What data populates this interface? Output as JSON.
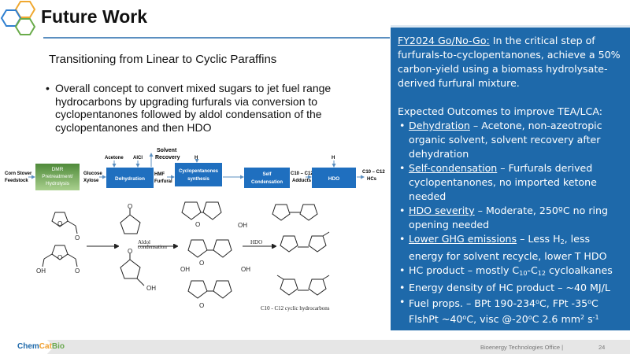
{
  "header": {
    "title": "Future Work",
    "subtitle": "Transitioning from Linear to Cyclic Paraffins"
  },
  "bullet": "Overall concept to convert mixed sugars to jet fuel range hydrocarbons by upgrading furfurals via conversion to cyclopentanones followed by aldol condensation of the cyclopentanones and then HDO",
  "flow": {
    "feed1": "Corn Stover",
    "feed2": "Feedstock",
    "dmr": [
      "DMR",
      "Pretreatment/",
      "Hydrolysis"
    ],
    "sugar1": "Glucose",
    "sugar2": "Xylose",
    "acetone": "Acetone",
    "alcl3": "AlCl",
    "solvent1": "Solvent",
    "solvent2": "Recovery",
    "dehydration": "Dehydration",
    "hmf1": "HMF",
    "hmf2": "Furfural",
    "h2a": "H",
    "cyclo1": "Cyclopentanones",
    "cyclo2": "synthesis",
    "self1": "Self",
    "self2": "Condensation",
    "adducts1": "C10 – C12",
    "adducts2": "Adducts",
    "h2b": "H",
    "hdo": "HDO",
    "out1": "C10 – C12",
    "out2": "HCs",
    "colors": {
      "box": "#1f6fbf",
      "green": "#4f8a3a"
    }
  },
  "chem": {
    "o": "O",
    "oh": "OH",
    "aldol1": "Aldol",
    "aldol2": "condensation",
    "hdo": "HDO",
    "caption": "C10 - C12 cyclic hydrocarbons"
  },
  "panel": {
    "gonogo_label": "FY2024 Go/No-Go:",
    "gonogo_text": " In the critical step of furfurals-to-cyclopentanones, achieve a 50% carbon-yield using a biomass hydrolysate-derived furfural mixture.",
    "outcomes_heading": "Expected Outcomes to improve TEA/LCA:",
    "items": [
      {
        "label": "Dehydration",
        "text": " – Acetone, non-azeotropic organic solvent, solvent recovery after dehydration"
      },
      {
        "label": "Self-condensation",
        "text": " – Furfurals derived cyclopentanones, no imported ketone needed"
      },
      {
        "label": "HDO severity",
        "text": " – Moderate, 250ºC no ring opening needed"
      },
      {
        "label": "Lower GHG emissions",
        "text_a": " – Less H",
        "sub": "2",
        "text_b": ", less energy for solvent recycle, lower T HDO"
      },
      {
        "text_a": "HC product – mostly C",
        "sub1": "10",
        "text_b": "-C",
        "sub2": "12",
        "text_c": " cycloalkanes"
      },
      {
        "text": "Energy density of HC product – ~40 MJ/L"
      },
      {
        "text_a": "Fuel props. – BPt 190-234",
        "sup1": "o",
        "text_b": "C, FPt -35",
        "sup2": "o",
        "text_c": "C FlshPt ~40",
        "sup3": "o",
        "text_d": "C, visc @-20",
        "sup4": "o",
        "text_e": "C 2.6 mm",
        "sup5": "2",
        "text_f": " s",
        "sup6": "-1"
      }
    ]
  },
  "footer": {
    "logo_a": "Chem",
    "logo_b": "Cat",
    "logo_c": "Bio",
    "office": "Bioenergy Technologies Office  |",
    "page": "24"
  }
}
